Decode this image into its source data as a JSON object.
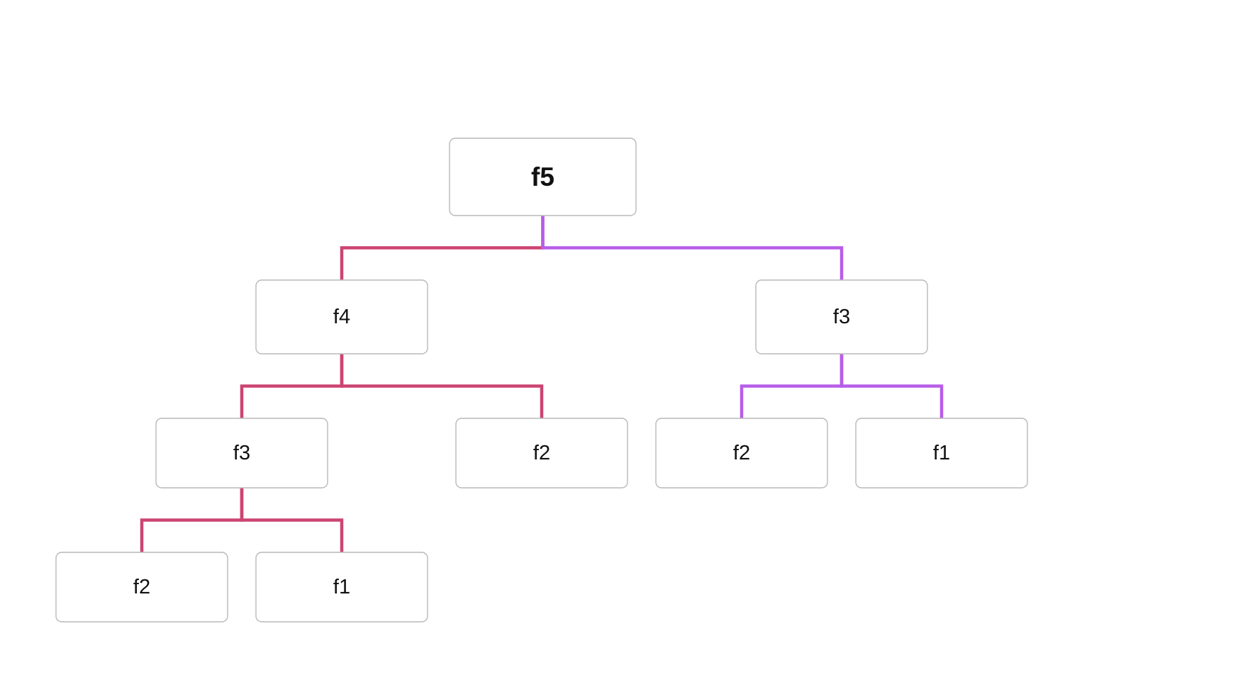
{
  "diagram": {
    "colors": {
      "left_branch": "#cc4471",
      "right_branch": "#b75de8",
      "node_border": "#b9b9b9",
      "node_fill": "#ffffff",
      "text": "#111111"
    },
    "nodes": [
      {
        "id": "n0",
        "label": "f5",
        "root": true
      },
      {
        "id": "n1",
        "label": "f4"
      },
      {
        "id": "n2",
        "label": "f3"
      },
      {
        "id": "n3",
        "label": "f3"
      },
      {
        "id": "n4",
        "label": "f2"
      },
      {
        "id": "n5",
        "label": "f2"
      },
      {
        "id": "n6",
        "label": "f1"
      },
      {
        "id": "n7",
        "label": "f2"
      },
      {
        "id": "n8",
        "label": "f1"
      }
    ],
    "edges": [
      {
        "from": "n0",
        "to": "n1",
        "branch": "left_branch"
      },
      {
        "from": "n0",
        "to": "n2",
        "branch": "right_branch"
      },
      {
        "from": "n1",
        "to": "n3",
        "branch": "left_branch"
      },
      {
        "from": "n1",
        "to": "n4",
        "branch": "left_branch"
      },
      {
        "from": "n2",
        "to": "n5",
        "branch": "right_branch"
      },
      {
        "from": "n2",
        "to": "n6",
        "branch": "right_branch"
      },
      {
        "from": "n3",
        "to": "n7",
        "branch": "left_branch"
      },
      {
        "from": "n3",
        "to": "n8",
        "branch": "left_branch"
      }
    ]
  }
}
